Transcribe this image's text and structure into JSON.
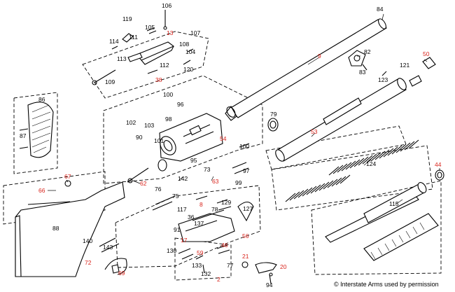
{
  "colors": {
    "label_default": "#000000",
    "label_highlight": "#d9241c",
    "line": "#000000",
    "background": "#ffffff"
  },
  "callouts": [
    {
      "id": "106",
      "red": false
    },
    {
      "id": "119",
      "red": false
    },
    {
      "id": "105",
      "red": false
    },
    {
      "id": "13",
      "red": true
    },
    {
      "id": "107",
      "red": false
    },
    {
      "id": "111",
      "red": false
    },
    {
      "id": "114",
      "red": false
    },
    {
      "id": "108",
      "red": false
    },
    {
      "id": "104",
      "red": false
    },
    {
      "id": "113",
      "red": false
    },
    {
      "id": "112",
      "red": false
    },
    {
      "id": "120",
      "red": false
    },
    {
      "id": "109",
      "red": false
    },
    {
      "id": "38",
      "red": true
    },
    {
      "id": "84",
      "red": false
    },
    {
      "id": "9",
      "red": true
    },
    {
      "id": "82",
      "red": false
    },
    {
      "id": "50",
      "red": true
    },
    {
      "id": "83",
      "red": false
    },
    {
      "id": "121",
      "red": false
    },
    {
      "id": "123",
      "red": false
    },
    {
      "id": "86",
      "red": false
    },
    {
      "id": "87",
      "red": false
    },
    {
      "id": "100",
      "red": false
    },
    {
      "id": "96",
      "red": false
    },
    {
      "id": "98",
      "red": false
    },
    {
      "id": "102",
      "red": false
    },
    {
      "id": "103",
      "red": false
    },
    {
      "id": "90",
      "red": false
    },
    {
      "id": "101",
      "red": false
    },
    {
      "id": "54",
      "red": true
    },
    {
      "id": "100b",
      "label": "100",
      "red": false
    },
    {
      "id": "79",
      "red": false
    },
    {
      "id": "53",
      "red": true
    },
    {
      "id": "95",
      "red": false
    },
    {
      "id": "73",
      "red": false
    },
    {
      "id": "97",
      "red": false
    },
    {
      "id": "124",
      "red": false
    },
    {
      "id": "44",
      "red": true
    },
    {
      "id": "67",
      "red": true
    },
    {
      "id": "66",
      "red": true
    },
    {
      "id": "62",
      "red": true
    },
    {
      "id": "142",
      "red": false
    },
    {
      "id": "63",
      "red": true
    },
    {
      "id": "99",
      "red": false
    },
    {
      "id": "76",
      "red": false
    },
    {
      "id": "75",
      "red": false
    },
    {
      "id": "8",
      "red": true
    },
    {
      "id": "78",
      "red": false
    },
    {
      "id": "129",
      "red": false
    },
    {
      "id": "127",
      "red": false
    },
    {
      "id": "115",
      "red": false
    },
    {
      "id": "117",
      "red": false
    },
    {
      "id": "36",
      "red": false
    },
    {
      "id": "137",
      "red": false
    },
    {
      "id": "88",
      "red": false
    },
    {
      "id": "91",
      "red": false
    },
    {
      "id": "56",
      "red": true
    },
    {
      "id": "17",
      "red": true
    },
    {
      "id": "140",
      "red": false
    },
    {
      "id": "143",
      "red": false
    },
    {
      "id": "46",
      "red": true
    },
    {
      "id": "130",
      "red": false
    },
    {
      "id": "59",
      "red": true
    },
    {
      "id": "72",
      "red": true
    },
    {
      "id": "133",
      "red": false
    },
    {
      "id": "77",
      "red": false
    },
    {
      "id": "21",
      "red": true
    },
    {
      "id": "20",
      "red": true
    },
    {
      "id": "69",
      "red": true
    },
    {
      "id": "132",
      "red": false
    },
    {
      "id": "2",
      "red": true
    },
    {
      "id": "94",
      "red": false
    }
  ],
  "footer": {
    "text": "© Interstate Arms used by permission"
  }
}
